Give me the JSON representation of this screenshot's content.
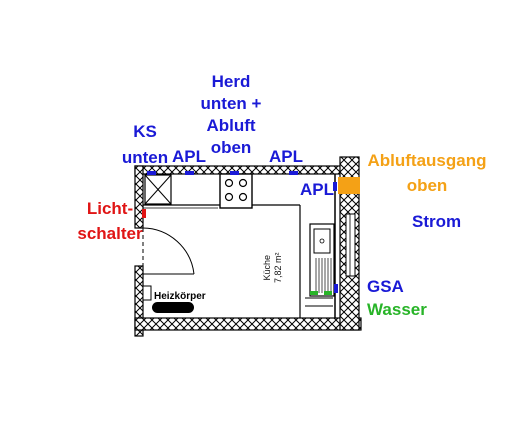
{
  "labels": {
    "ks": [
      "KS",
      "unten"
    ],
    "apl_left": "APL",
    "herd": [
      "Herd",
      "unten +",
      "Abluft",
      "oben"
    ],
    "apl_top": "APL",
    "apl_right": "APL",
    "abluft": [
      "Abluftausgang",
      "oben"
    ],
    "strom": "Strom",
    "licht": [
      "Licht-",
      "schalter"
    ],
    "gsa": "GSA",
    "wasser": "Wasser"
  },
  "room": {
    "name": "Küche",
    "area": "7,82 m²"
  },
  "heizkoerper": "Heizkörper",
  "colors": {
    "outlet_blue": "#1a1ad6",
    "switch_red": "#e01515",
    "vent_orange": "#f4a116",
    "water_green": "#28b428"
  }
}
